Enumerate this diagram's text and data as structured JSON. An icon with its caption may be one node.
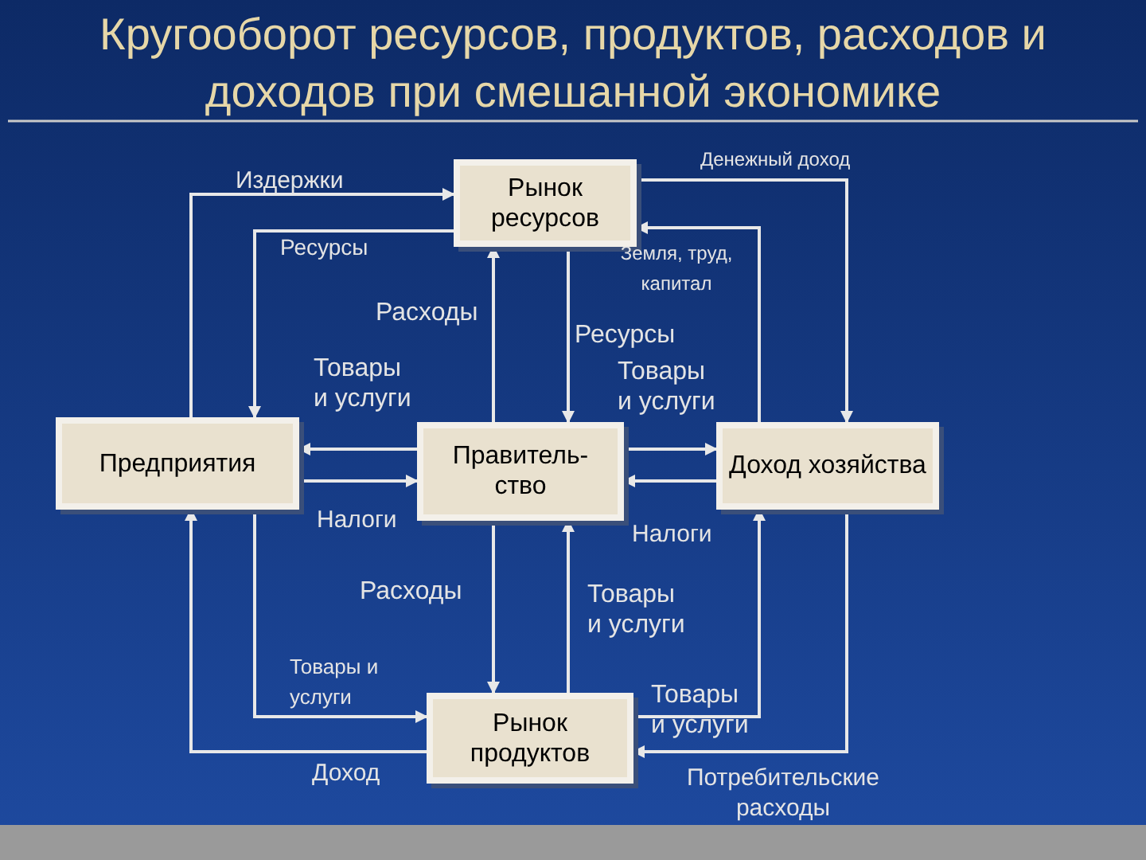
{
  "diagram": {
    "title": "Кругооборот ресурсов, продуктов, расходов и доходов при смешанной экономике",
    "nodes": [
      {
        "text": [
          "Рынок ресурсов"
        ]
      },
      {
        "text": [
          "Предприятия"
        ]
      },
      {
        "text": [
          "Правитель- ство"
        ]
      },
      {
        "text": [
          "Доход хозяйства"
        ]
      },
      {
        "text": [
          "Рынок продуктов"
        ]
      }
    ],
    "edges": [
      {
        "from": 1,
        "to": 0,
        "arrow": "to",
        "label": "Издержки"
      },
      {
        "from": 0,
        "to": 1,
        "arrow": "to",
        "label": "Ресурсы"
      },
      {
        "from": 0,
        "to": 3,
        "arrow": "to",
        "label": "Денежный доход"
      },
      {
        "from": 3,
        "to": 0,
        "arrow": "to",
        "label": "Земля, труд, капитал"
      },
      {
        "from": 2,
        "to": 0,
        "arrow": "to",
        "label": "Расходы"
      },
      {
        "from": 0,
        "to": 2,
        "arrow": "to",
        "label": "Ресурсы"
      },
      {
        "from": 2,
        "to": 1,
        "arrow": "to",
        "label": "Товары и услуги"
      },
      {
        "from": 1,
        "to": 2,
        "arrow": "to",
        "label": "Налоги"
      },
      {
        "from": 2,
        "to": 3,
        "arrow": "to",
        "label": "Товары и услуги"
      },
      {
        "from": 3,
        "to": 2,
        "arrow": "to",
        "label": "Налоги"
      },
      {
        "from": 2,
        "to": 4,
        "arrow": "to",
        "label": "Расходы"
      },
      {
        "from": 4,
        "to": 2,
        "arrow": "to",
        "label": "Товары и услуги"
      },
      {
        "from": 1,
        "to": 4,
        "arrow": "to",
        "label": "Товары и услуги"
      },
      {
        "from": 4,
        "to": 1,
        "arrow": "to",
        "label": "Доход"
      },
      {
        "from": 4,
        "to": 3,
        "arrow": "to",
        "label": "Товары и услуги"
      },
      {
        "from": 3,
        "to": 4,
        "arrow": "to",
        "label": "Потребительские расходы"
      }
    ]
  }
}
